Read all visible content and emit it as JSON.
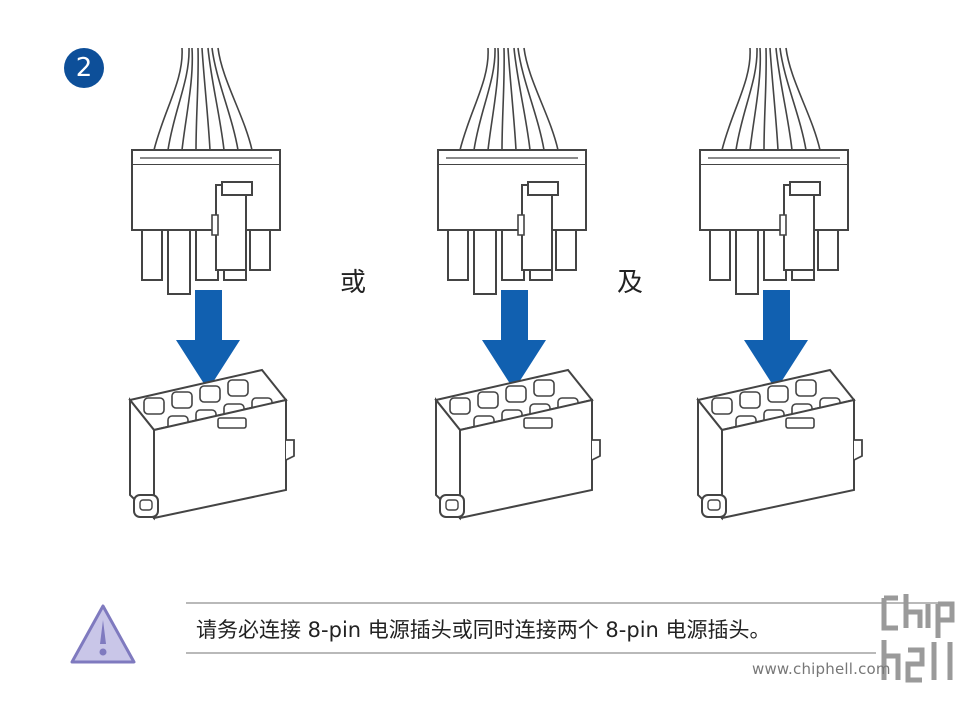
{
  "step": {
    "number": "2"
  },
  "connectors": {
    "or_label": "或",
    "and_label": "及"
  },
  "note": {
    "text": "请务必连接 8-pin 电源插头或同时连接两个 8-pin 电源插头。"
  },
  "watermark": {
    "logo_text": "chiphell",
    "url": "www.chiphell.com"
  },
  "icons": {
    "warning": "warning-triangle-icon",
    "arrow": "insert-arrow-icon"
  },
  "colors": {
    "badge": "#0d4f99",
    "arrow": "#1160b0",
    "warning_fill": "#c9c6e8",
    "warning_stroke": "#7f7abf",
    "outline": "#444444"
  }
}
